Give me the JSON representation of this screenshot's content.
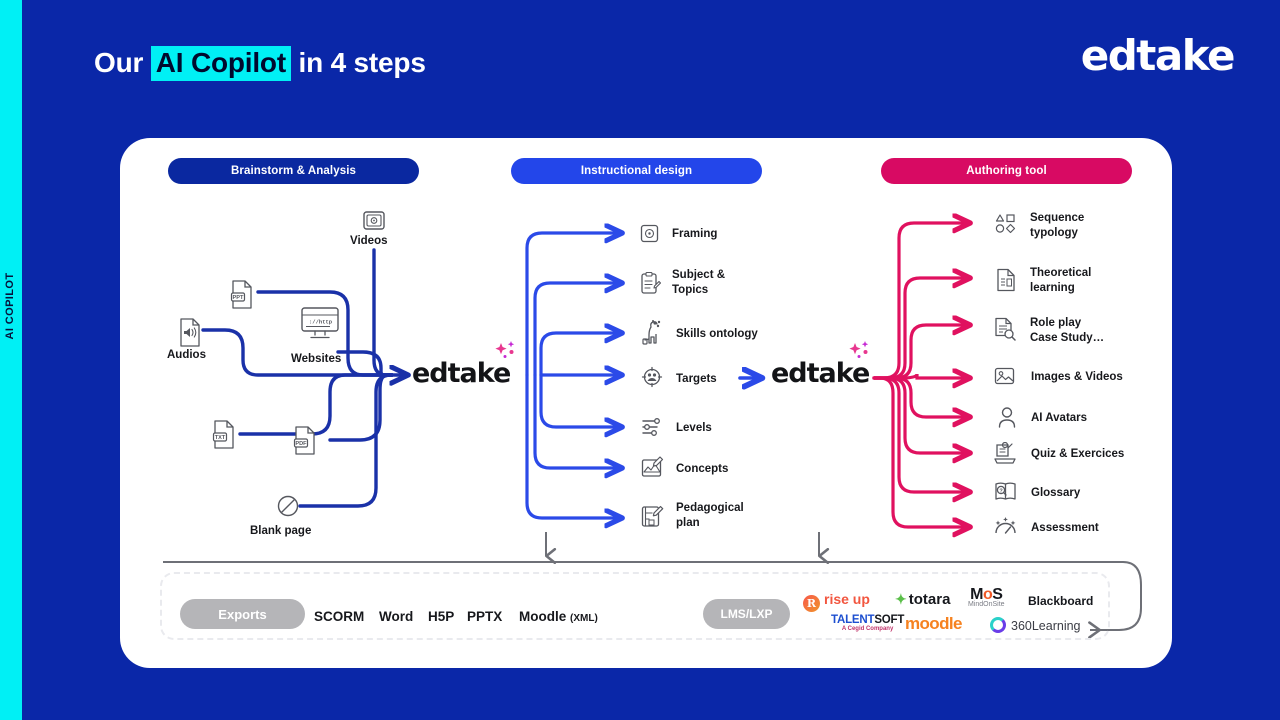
{
  "rail": {
    "label": "AI COPILOT"
  },
  "header": {
    "title_pre": "Our ",
    "title_highlight": "AI Copilot",
    "title_post": " in 4 steps",
    "brand": "edtake"
  },
  "colors": {
    "background": "#0a27a8",
    "accent_cyan": "#00f0f5",
    "brainstorm_blue": "#0a28a0",
    "instructional_blue": "#2346ea",
    "authoring_pink": "#d80a63",
    "card_white": "#ffffff",
    "gray_pill": "#b5b5b8",
    "wire_gray": "#6e7077"
  },
  "sections": [
    {
      "id": "brainstorm",
      "label": "Brainstorm & Analysis"
    },
    {
      "id": "instructional",
      "label": "Instructional design"
    },
    {
      "id": "authoring",
      "label": "Authoring tool"
    }
  ],
  "inputs": [
    {
      "label": "Videos",
      "icon": "video-file-icon"
    },
    {
      "label": "",
      "icon": "ppt-file-icon"
    },
    {
      "label": "Audios",
      "icon": "audio-file-icon"
    },
    {
      "label": "Websites",
      "icon": "website-monitor-icon"
    },
    {
      "label": "",
      "icon": "txt-file-icon"
    },
    {
      "label": "",
      "icon": "pdf-file-icon"
    },
    {
      "label": "Blank page",
      "icon": "blank-page-icon"
    }
  ],
  "center_marks": [
    {
      "label": "edtake"
    },
    {
      "label": "edtake"
    }
  ],
  "instructional_outputs": [
    {
      "label": "Framing",
      "icon": "framing-icon"
    },
    {
      "label": "Subject &\nTopics",
      "icon": "clipboard-icon"
    },
    {
      "label": "Skills ontology",
      "icon": "giraffe-icon"
    },
    {
      "label": "Targets",
      "icon": "target-audience-icon"
    },
    {
      "label": "Levels",
      "icon": "sliders-icon"
    },
    {
      "label": "Concepts",
      "icon": "concepts-icon"
    },
    {
      "label": "Pedagogical\nplan",
      "icon": "plan-icon"
    }
  ],
  "authoring_outputs": [
    {
      "label": "Sequence\ntypology",
      "icon": "shapes-icon"
    },
    {
      "label": "Theoretical\nlearning",
      "icon": "document-icon"
    },
    {
      "label": "Role play\nCase Study…",
      "icon": "magnifier-doc-icon"
    },
    {
      "label": "Images & Videos",
      "icon": "image-icon"
    },
    {
      "label": "AI Avatars",
      "icon": "person-icon"
    },
    {
      "label": "Quiz & Exercices",
      "icon": "quiz-icon"
    },
    {
      "label": "Glossary",
      "icon": "glossary-icon"
    },
    {
      "label": "Assessment",
      "icon": "assessment-icon"
    }
  ],
  "exports": {
    "pill_label": "Exports",
    "formats": [
      "SCORM",
      "Word",
      "H5P",
      "PPTX"
    ],
    "moodle_label": "Moodle",
    "moodle_sub": "(XML)"
  },
  "lms": {
    "pill_label": "LMS/LXP",
    "platforms": [
      {
        "name": "rise up",
        "mark": "R"
      },
      {
        "name": "totara"
      },
      {
        "name": "MoS",
        "sub": "MindOnSite"
      },
      {
        "name": "Blackboard"
      },
      {
        "name": "TALENTSOFT",
        "sub": "A Cegid Company"
      },
      {
        "name": "moodle"
      },
      {
        "name": "360Learning"
      }
    ]
  }
}
